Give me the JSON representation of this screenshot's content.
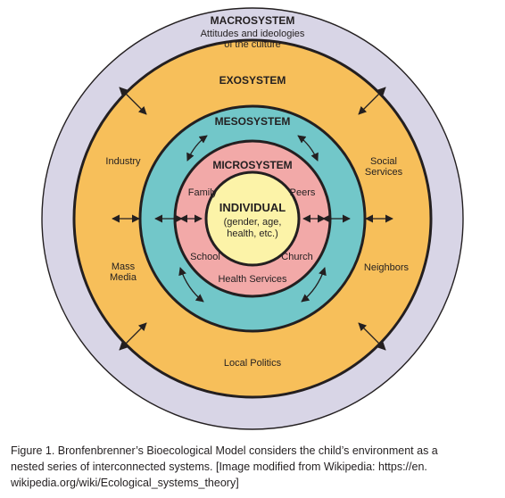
{
  "diagram": {
    "macrosystem": {
      "title": "MACROSYSTEM",
      "subtitle_lines": [
        "Attitudes and ideologies",
        "of the culture"
      ],
      "color": "#d8d5e6"
    },
    "exosystem": {
      "title": "EXOSYSTEM",
      "color": "#f7bf5a",
      "labels": {
        "industry": "Industry",
        "social_services": [
          "Social",
          "Services"
        ],
        "mass_media": [
          "Mass",
          "Media"
        ],
        "neighbors": "Neighbors",
        "local_politics": "Local Politics"
      }
    },
    "mesosystem": {
      "title": "MESOSYSTEM",
      "color": "#72c7c9"
    },
    "microsystem": {
      "title": "MICROSYSTEM",
      "color": "#f2a9a8",
      "labels": {
        "family": "Family",
        "peers": "Peers",
        "school": "School",
        "church": "Church",
        "health_services": "Health Services"
      }
    },
    "individual": {
      "title": "INDIVIDUAL",
      "detail_lines": [
        "(gender, age,",
        "health, etc.)"
      ],
      "color": "#fcf3a8"
    },
    "outline_color": "#231f20"
  },
  "caption": {
    "lines": [
      "Figure 1.  Bronfenbrenner’s Bioecological Model considers the child’s environment as a",
      "nested series of interconnected systems. [Image modified from Wikipedia: https://en.",
      "wikipedia.org/wiki/Ecological_systems_theory]"
    ]
  }
}
